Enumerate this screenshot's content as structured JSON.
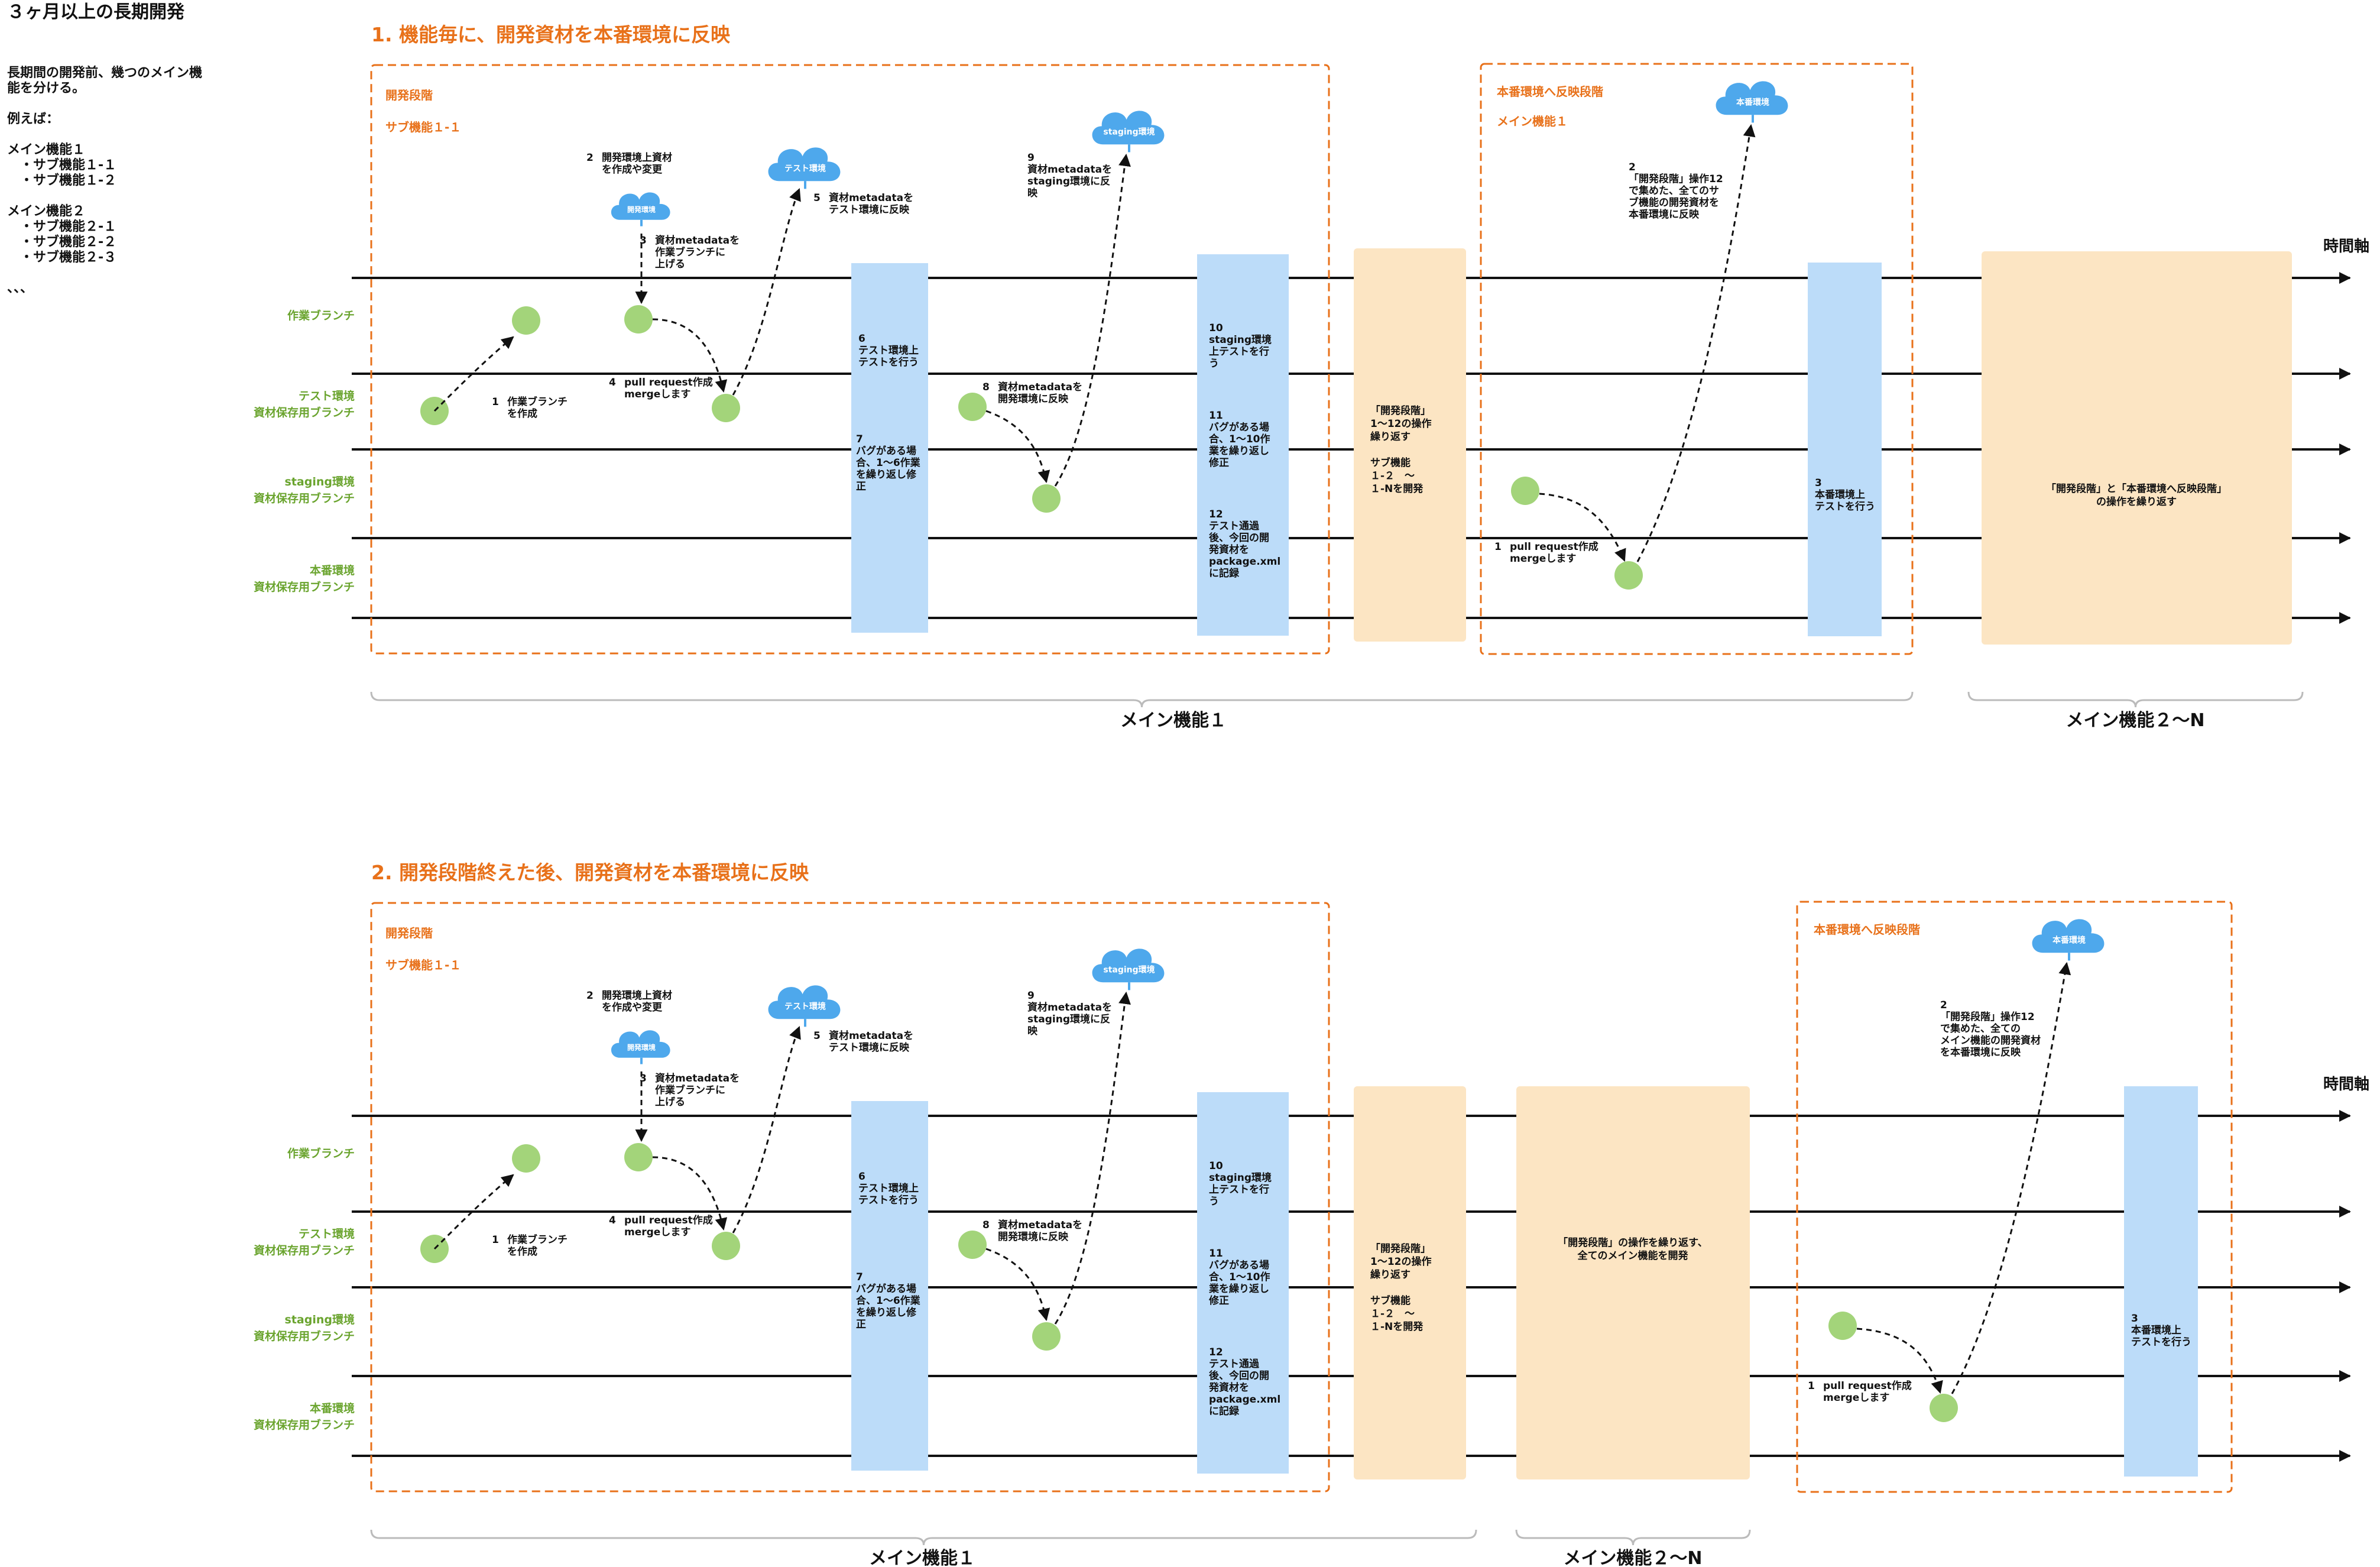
{
  "title": "３ヶ月以上の長期開発",
  "intro": {
    "lines": [
      "長期間の開発前、幾つのメイン機",
      "能を分ける。",
      "",
      "例えば：",
      "",
      "メイン機能１",
      "　・サブ機能１-１",
      "　・サブ機能１-２",
      "",
      "メイン機能２",
      "　・サブ機能２-１",
      "　・サブ機能２-２",
      "　・サブ機能２-３",
      "",
      "、、、"
    ]
  },
  "branches": [
    [
      "作業ブランチ"
    ],
    [
      "テスト環境",
      "資材保存用ブランチ"
    ],
    [
      "staging環境",
      "資材保存用ブランチ"
    ],
    [
      "本番環境",
      "資材保存用ブランチ"
    ]
  ],
  "time_axis": "時間軸",
  "clouds": {
    "dev": "開発環境",
    "test": "テスト環境",
    "staging": "staging環境",
    "prod": "本番環境"
  },
  "dev_phase": {
    "title": "開発段階",
    "sub": "サブ機能１-１",
    "steps": {
      "s1": [
        "1",
        "作業ブランチ",
        "を作成"
      ],
      "s2": [
        "2",
        "開発環境上資材",
        "を作成や変更"
      ],
      "s3": [
        "3",
        "資材metadataを",
        "作業ブランチに",
        "上げる"
      ],
      "s4": [
        "4",
        "pull request作成",
        "mergeします"
      ],
      "s5": [
        "5",
        "資材metadataを",
        "テスト環境に反映"
      ],
      "s6": [
        "6",
        "テスト環境上",
        "テストを行う"
      ],
      "s7": [
        "7",
        "バグがある場",
        "合、1〜6作業",
        "を繰り返し修",
        "正"
      ],
      "s8": [
        "8",
        "資材metadataを",
        "開発環境に反映"
      ],
      "s9": [
        "9",
        "資材metadataを",
        "staging環境に反",
        "映"
      ],
      "s10": [
        "10",
        "staging環境",
        "上テストを行",
        "う"
      ],
      "s11": [
        "11",
        "バグがある場",
        "合、1〜10作",
        "業を繰り返し",
        "修正"
      ],
      "s12": [
        "12",
        "テスト通過",
        "後、今回の開",
        "発資材を",
        "package.xml",
        "に記録"
      ]
    }
  },
  "repeat_box": [
    "「開発段階」",
    "1〜12の操作",
    "繰り返す",
    "",
    "サブ機能",
    "１-２　〜",
    "１-Nを開発"
  ],
  "release_phase_1": {
    "title": "本番環境へ反映段階",
    "sub": "メイン機能１",
    "s1": [
      "1",
      "pull request作成",
      "mergeします"
    ],
    "s2": [
      "2",
      "「開発段階」操作12",
      "で集めた、全てのサ",
      "ブ機能の開発資材を",
      "本番環境に反映"
    ],
    "s3": [
      "3",
      "本番環境上",
      "テストを行う"
    ]
  },
  "repeat_all_1": "「開発段階」と「本番環境へ反映段階」",
  "repeat_all_2": "の操作を繰り返す",
  "section1": {
    "heading": "1. 機能毎に、開発資材を本番環境に反映",
    "brace1": "メイン機能１",
    "brace2": "メイン機能２〜N"
  },
  "section2": {
    "heading": "2. 開発段階終えた後、開発資材を本番環境に反映",
    "brace1": "メイン機能１",
    "brace2": "メイン機能２〜N",
    "repeat_main": [
      "「開発段階」の操作を繰り返す、",
      "全てのメイン機能を開発"
    ],
    "release": {
      "title": "本番環境へ反映段階",
      "s1": [
        "1",
        "pull request作成",
        "mergeします"
      ],
      "s2": [
        "2",
        "「開発段階」操作12",
        "で集めた、全ての",
        "メイン機能の開発資材",
        "を本番環境に反映"
      ],
      "s3": [
        "3",
        "本番環境上",
        "テストを行う"
      ]
    }
  },
  "colors": {
    "orange": "#e8711a",
    "green": "#a3d47a",
    "blue": "#bcdcf9",
    "peach": "#fce5c3",
    "cloud": "#4ea8ec",
    "label_green": "#6aa42e"
  }
}
